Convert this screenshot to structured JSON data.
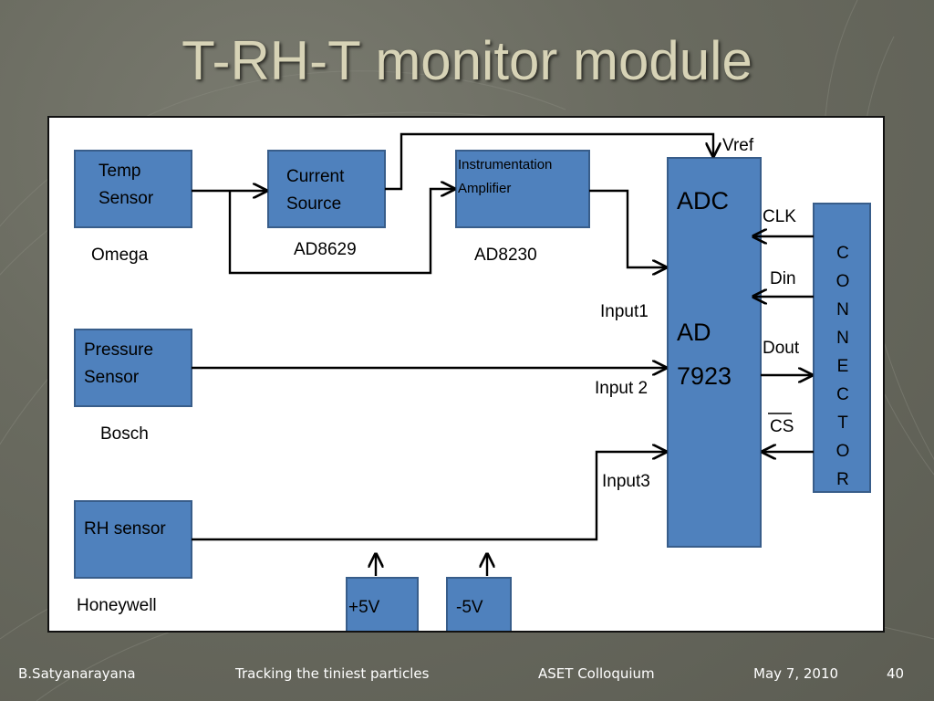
{
  "slide": {
    "title": "T-RH-T monitor module",
    "page_number": "40"
  },
  "footer": {
    "author": "B.Satyanarayana",
    "talk": "Tracking the tiniest particles",
    "event": "ASET Colloquium",
    "date": "May 7, 2010"
  },
  "diagram": {
    "blocks": {
      "temp_sensor": [
        "Temp",
        "Sensor"
      ],
      "current_source": [
        "Current",
        "Source"
      ],
      "inst_amp": [
        "Instrumentation",
        "Amplifier"
      ],
      "pressure_sensor": [
        "Pressure",
        "Sensor"
      ],
      "rh_sensor": "RH sensor",
      "adc": "ADC",
      "adc_part": [
        "AD",
        "7923"
      ],
      "connector": [
        "C",
        "O",
        "N",
        "N",
        "E",
        "C",
        "T",
        "O",
        "R"
      ],
      "plus5v": "+5V",
      "minus5v": "-5V"
    },
    "labels": {
      "omega": "Omega",
      "ad8629": "AD8629",
      "ad8230": "AD8230",
      "bosch": "Bosch",
      "honeywell": "Honeywell",
      "vref": "Vref",
      "input1": "Input1",
      "input2": "Input 2",
      "input3": "Input3",
      "clk": "CLK",
      "din": "Din",
      "dout": "Dout",
      "cs": "CS"
    },
    "colors": {
      "block_fill": "#4f81bd",
      "block_stroke": "#385d8a",
      "wire": "#000000"
    }
  }
}
